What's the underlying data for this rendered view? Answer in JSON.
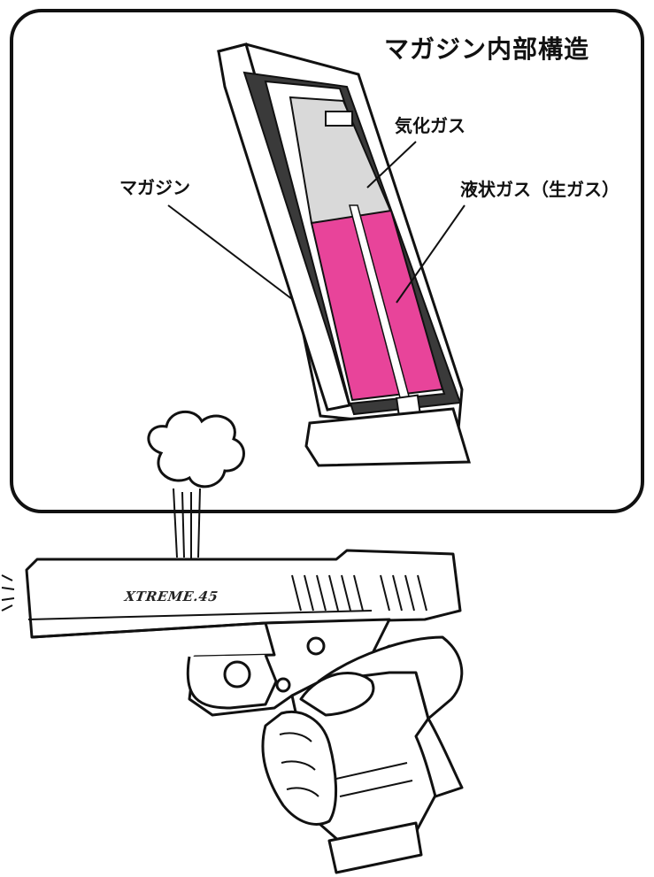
{
  "panel": {
    "title": "マガジン内部構造",
    "labels": {
      "vaporized_gas": "気化ガス",
      "magazine": "マガジン",
      "liquid_gas": "液状ガス（生ガス）"
    }
  },
  "pistol": {
    "slide_marking": "XTREME.45"
  },
  "colors": {
    "liquid_gas": "#e8449a",
    "vapor": "#d9d9d9",
    "magazine_body": "#3a3a3a",
    "outline": "#111111"
  },
  "icons": [
    "gas-puff-icon",
    "pistol-icon",
    "hand-icon"
  ]
}
